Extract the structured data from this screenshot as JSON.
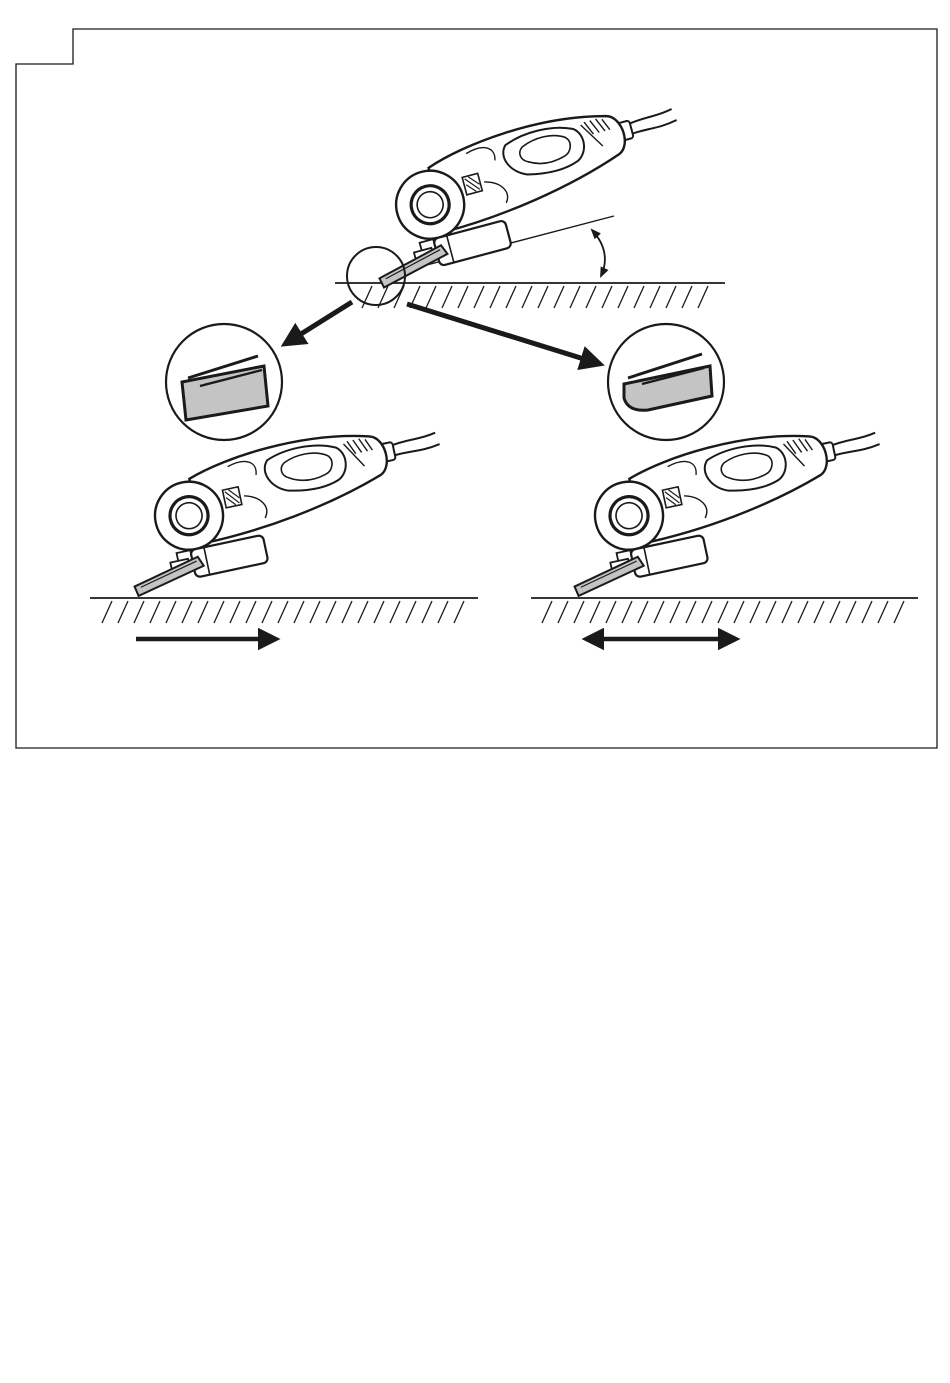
{
  "colors": {
    "ink": "#1a1a1a",
    "paper": "#ffffff",
    "disc_fill": "#c4c4c4"
  },
  "figure": {
    "label": "",
    "panels": [
      {
        "id": "top",
        "icon": "angle-grinder-icon",
        "annotation": "angle-arc"
      },
      {
        "id": "bottom-left",
        "icon": "angle-grinder-icon",
        "motion": "forward"
      },
      {
        "id": "bottom-right",
        "icon": "angle-grinder-icon",
        "motion": "back-and-forth"
      }
    ],
    "details": [
      {
        "id": "new-disc",
        "icon": "new-disc-edge-icon"
      },
      {
        "id": "worn-disc",
        "icon": "worn-disc-edge-icon"
      }
    ]
  }
}
